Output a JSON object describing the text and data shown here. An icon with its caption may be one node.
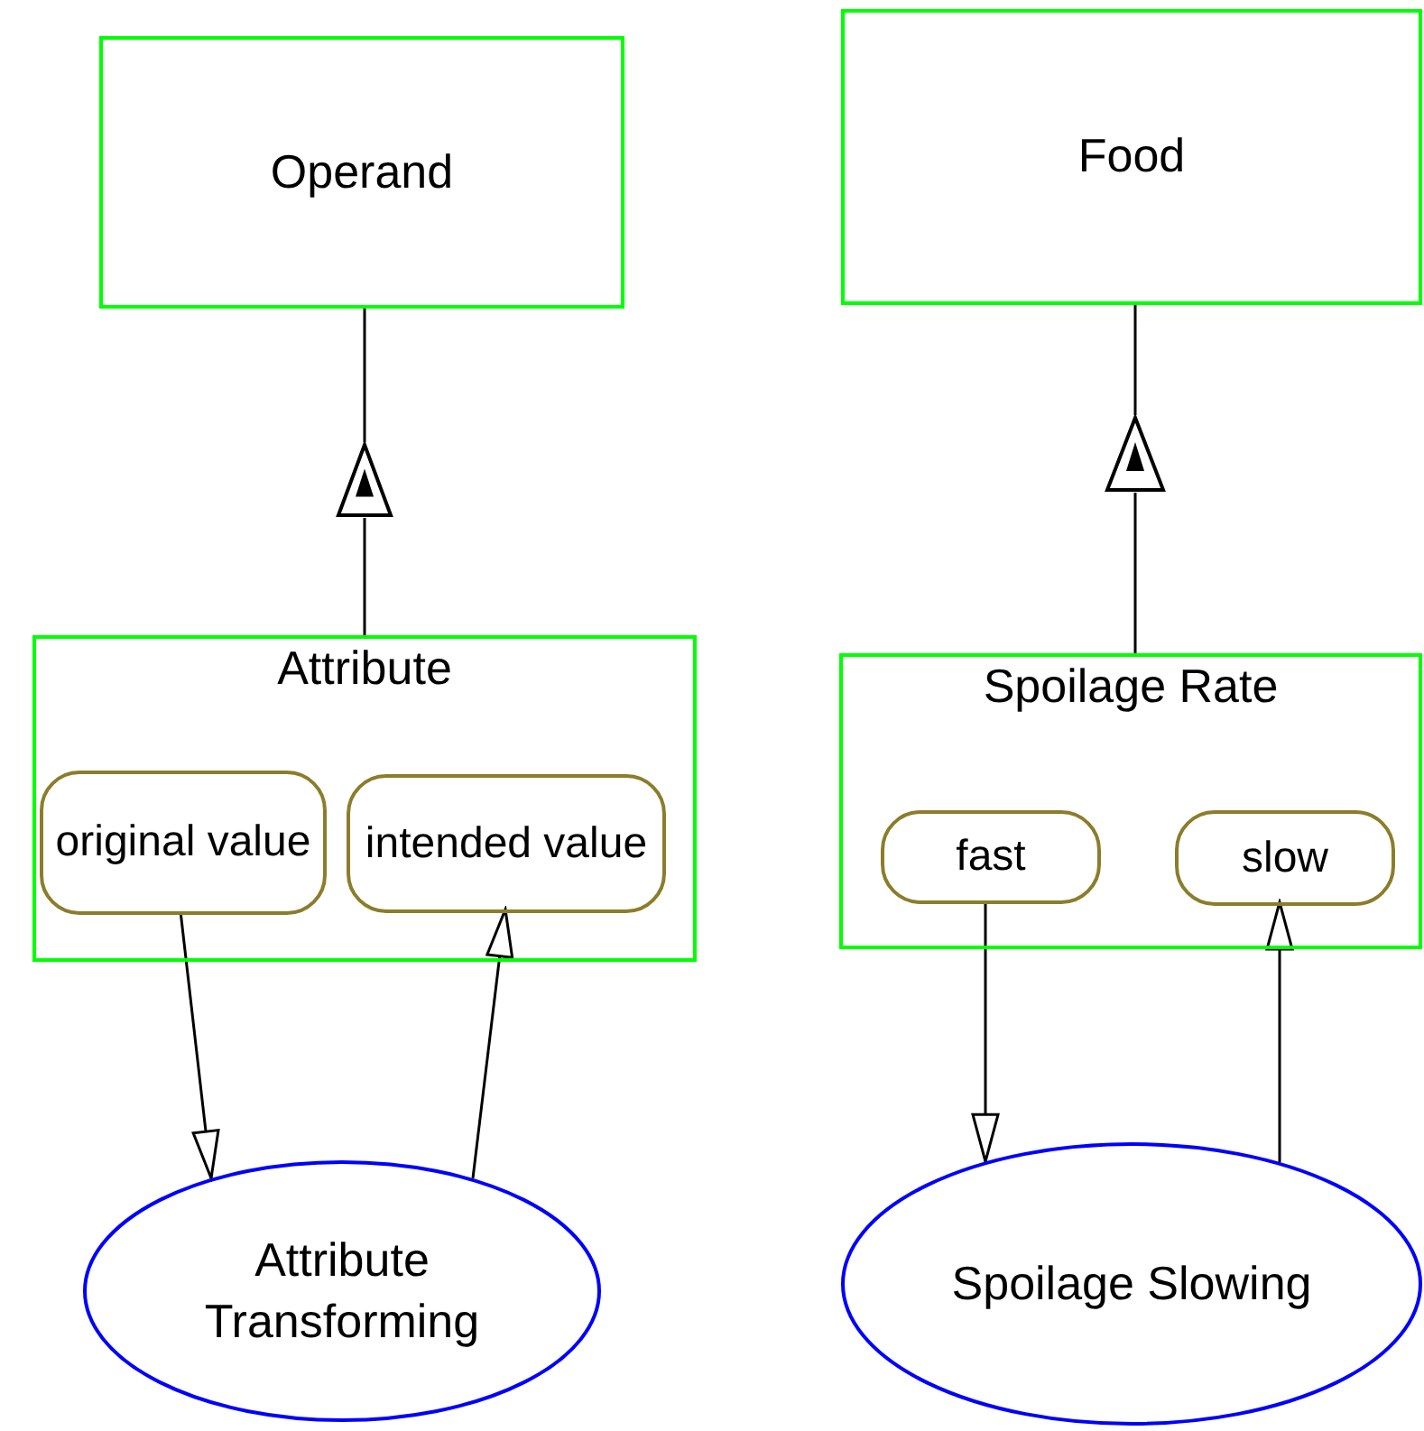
{
  "diagram": {
    "nodes": [
      {
        "text": [
          "Operand"
        ]
      },
      {
        "text": [
          "Attribute"
        ]
      },
      {
        "text": [
          "original value"
        ],
        "in": 1
      },
      {
        "text": [
          "intended value"
        ],
        "in": 1
      },
      {
        "text": [
          "Attribute Transforming"
        ]
      },
      {
        "text": [
          "Food"
        ]
      },
      {
        "text": [
          "Spoilage Rate"
        ]
      },
      {
        "text": [
          "fast"
        ],
        "in": 6
      },
      {
        "text": [
          "slow"
        ],
        "in": 6
      },
      {
        "text": [
          "Spoilage Slowing"
        ]
      },
      {
        "text": [],
        "shape": "triangle"
      },
      {
        "text": [],
        "shape": "triangle"
      }
    ],
    "edges": [
      {
        "from": 0,
        "to": 10,
        "arrow": "none"
      },
      {
        "from": 10,
        "to": 1,
        "arrow": "none"
      },
      {
        "from": 2,
        "to": 4,
        "arrow": "to"
      },
      {
        "from": 4,
        "to": 3,
        "arrow": "to"
      },
      {
        "from": 5,
        "to": 11,
        "arrow": "none"
      },
      {
        "from": 11,
        "to": 6,
        "arrow": "none"
      },
      {
        "from": 7,
        "to": 9,
        "arrow": "to"
      },
      {
        "from": 9,
        "to": 8,
        "arrow": "to"
      }
    ]
  }
}
